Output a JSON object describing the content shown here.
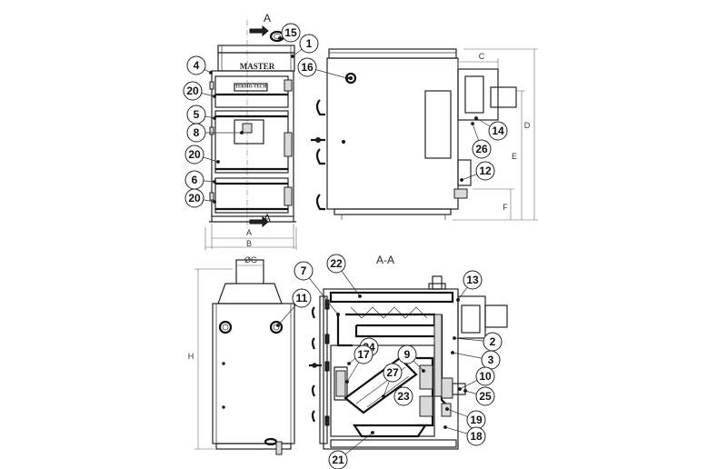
{
  "section_title": "A-A",
  "section_marks": [
    "A",
    "A"
  ],
  "brand_label": "MASTER",
  "plate_label": "TERMO-TECH",
  "dimensions": {
    "front": [
      "A",
      "B"
    ],
    "side": [
      "C",
      "D",
      "E",
      "F"
    ],
    "back": [
      "ØG",
      "H"
    ]
  },
  "callouts": {
    "front": [
      "15",
      "1",
      "4",
      "20",
      "5",
      "8",
      "20",
      "6",
      "20"
    ],
    "side": [
      "16",
      "14",
      "26",
      "12"
    ],
    "back": [
      "11"
    ],
    "section": [
      "7",
      "22",
      "13",
      "2",
      "3",
      "24",
      "17",
      "9",
      "27",
      "10",
      "23",
      "25",
      "19",
      "18",
      "21"
    ]
  }
}
